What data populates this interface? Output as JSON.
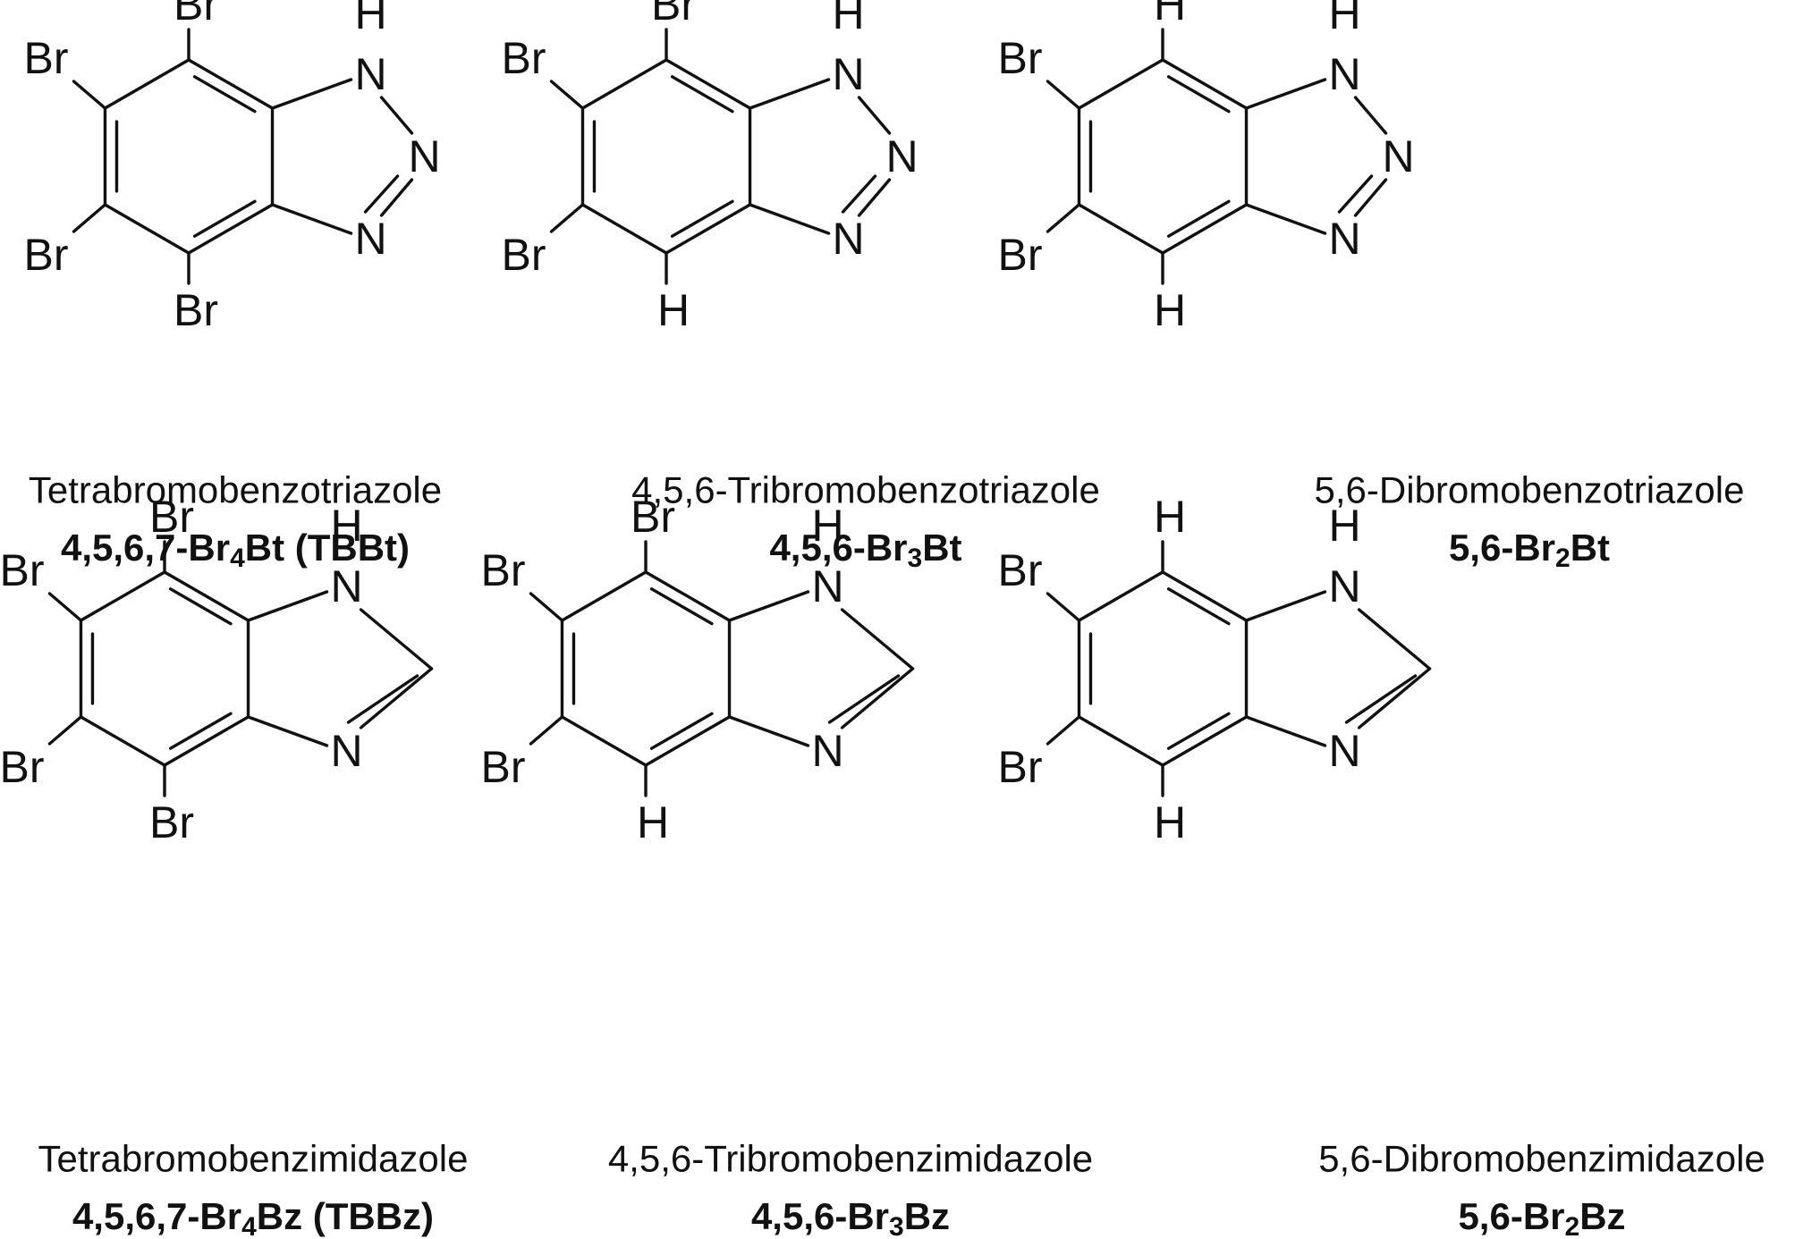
{
  "compounds": [
    {
      "name": "Tetrabromobenzotriazole",
      "code": {
        "pre": "4,5,6,7-Br",
        "sub": "4",
        "post": "Bt (TBBt)"
      },
      "ring": "triazole",
      "atoms": {
        "top": "Br",
        "upper_left": "Br",
        "lower_left": "Br",
        "bottom": "Br",
        "n1": "N",
        "n1_h": "H",
        "n2": "N",
        "n3": "N"
      }
    },
    {
      "name": "4,5,6-Tribromobenzotriazole",
      "code": {
        "pre": "4,5,6-Br",
        "sub": "3",
        "post": "Bt"
      },
      "ring": "triazole",
      "atoms": {
        "top": "Br",
        "upper_left": "Br",
        "lower_left": "Br",
        "bottom": "H",
        "n1": "N",
        "n1_h": "H",
        "n2": "N",
        "n3": "N"
      }
    },
    {
      "name": "5,6-Dibromobenzotriazole",
      "code": {
        "pre": "5,6-Br",
        "sub": "2",
        "post": "Bt"
      },
      "ring": "triazole",
      "atoms": {
        "top": "H",
        "upper_left": "Br",
        "lower_left": "Br",
        "bottom": "H",
        "n1": "N",
        "n1_h": "H",
        "n2": "N",
        "n3": "N"
      }
    },
    {
      "name": "Tetrabromobenzimidazole",
      "code": {
        "pre": "4,5,6,7-Br",
        "sub": "4",
        "post": "Bz (TBBz)"
      },
      "ring": "imidazole",
      "atoms": {
        "top": "Br",
        "upper_left": "Br",
        "lower_left": "Br",
        "bottom": "Br",
        "n1": "N",
        "n1_h": "H",
        "n3": "N"
      }
    },
    {
      "name": "4,5,6-Tribromobenzimidazole",
      "code": {
        "pre": "4,5,6-Br",
        "sub": "3",
        "post": "Bz"
      },
      "ring": "imidazole",
      "atoms": {
        "top": "Br",
        "upper_left": "Br",
        "lower_left": "Br",
        "bottom": "H",
        "n1": "N",
        "n1_h": "H",
        "n3": "N"
      }
    },
    {
      "name": "5,6-Dibromobenzimidazole",
      "code": {
        "pre": "5,6-Br",
        "sub": "2",
        "post": "Bz"
      },
      "ring": "imidazole",
      "atoms": {
        "top": "H",
        "upper_left": "Br",
        "lower_left": "Br",
        "bottom": "H",
        "n1": "N",
        "n1_h": "H",
        "n3": "N"
      }
    }
  ]
}
